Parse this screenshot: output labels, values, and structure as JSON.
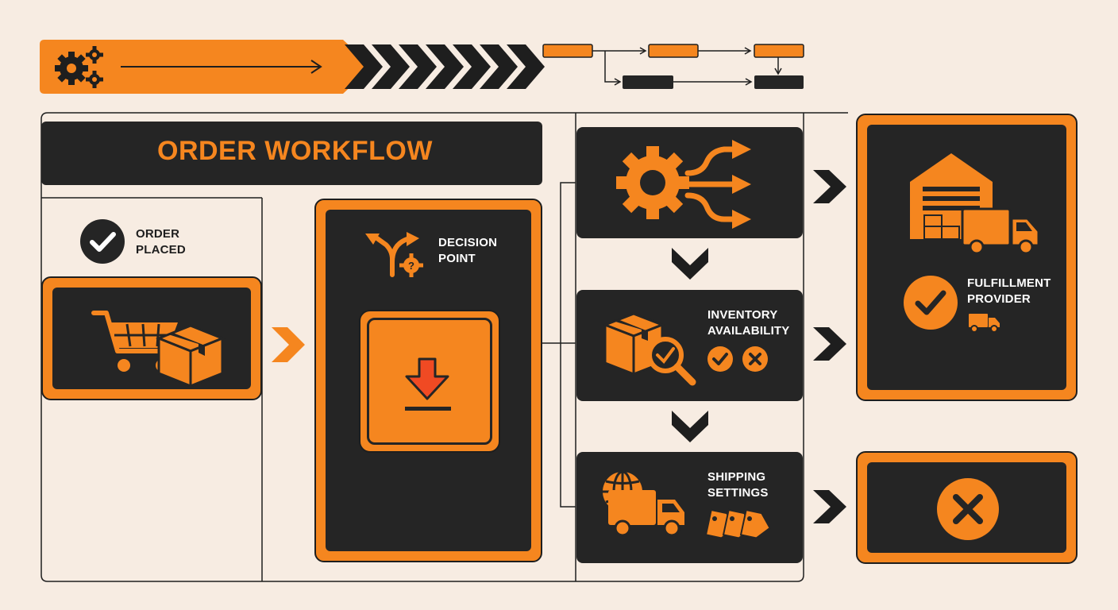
{
  "title": "ORDER WORKFLOW",
  "nodes": {
    "order_placed": {
      "line1": "ORDER",
      "line2": "PLACED"
    },
    "decision_point": {
      "line1": "DECISION",
      "line2": "POINT"
    },
    "inventory": {
      "line1": "INVENTORY",
      "line2": "AVAILABILITY"
    },
    "shipping": {
      "line1": "SHIPPING",
      "line2": "SETTINGS"
    },
    "fulfillment": {
      "line1": "FULFILLMENT",
      "line2": "PROVIDER"
    }
  },
  "colors": {
    "accent": "#f5861f",
    "dark": "#252525",
    "background": "#f7ece2",
    "alert": "#f04a23"
  },
  "icons": [
    "gears-icon",
    "shopping-cart-icon",
    "package-icon",
    "check-circle-icon",
    "fork-arrow-icon",
    "download-icon",
    "gear-split-icon",
    "magnifier-icon",
    "globe-icon",
    "truck-icon",
    "tags-icon",
    "warehouse-icon",
    "close-circle-icon"
  ]
}
